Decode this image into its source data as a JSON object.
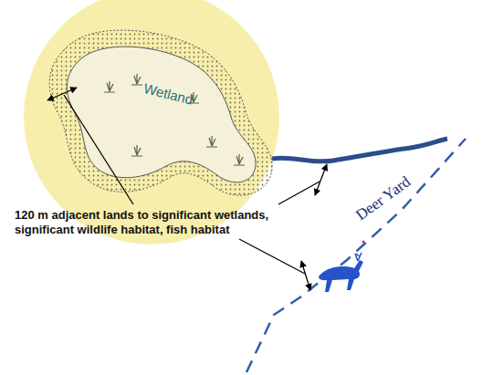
{
  "diagram": {
    "nodes": [
      {
        "text": [
          "Wetland"
        ]
      }
    ],
    "labels": [
      "120 m adjacent lands to significant wetlands, significant wildlife habitat, fish habitat",
      "Deer Yard"
    ]
  }
}
